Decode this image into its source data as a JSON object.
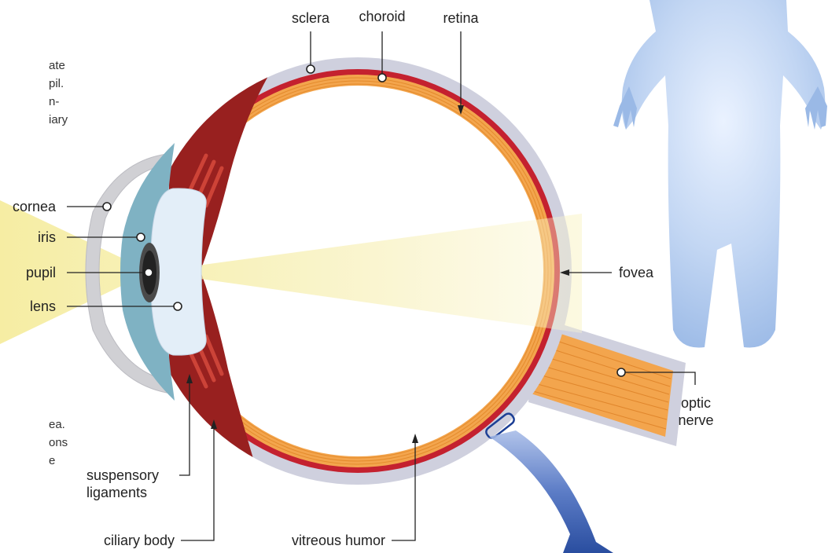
{
  "labels": {
    "sclera": "sclera",
    "choroid": "choroid",
    "retina": "retina",
    "cornea": "cornea",
    "iris": "iris",
    "pupil": "pupil",
    "lens": "lens",
    "fovea": "fovea",
    "optic_nerve": [
      "optic",
      "nerve"
    ],
    "suspensory_ligaments": [
      "suspensory",
      "ligaments"
    ],
    "ciliary_body": "ciliary body",
    "vitreous_humor": "vitreous humor"
  },
  "cropped_text": {
    "top_left": [
      "ate",
      "pil.",
      "n-",
      "iary"
    ],
    "bottom_left": [
      "ea.",
      "ons",
      "e"
    ]
  },
  "colors": {
    "sclera": "#cfd0de",
    "choroid": "#c4212f",
    "retina": "#f3a54d",
    "ciliary": "#98201f",
    "cornea": "#7fb2c3",
    "lens": "#e3eef8",
    "light": "#f7f0b0",
    "body": "#a7c4ec",
    "arrow": "#1c3f95"
  }
}
